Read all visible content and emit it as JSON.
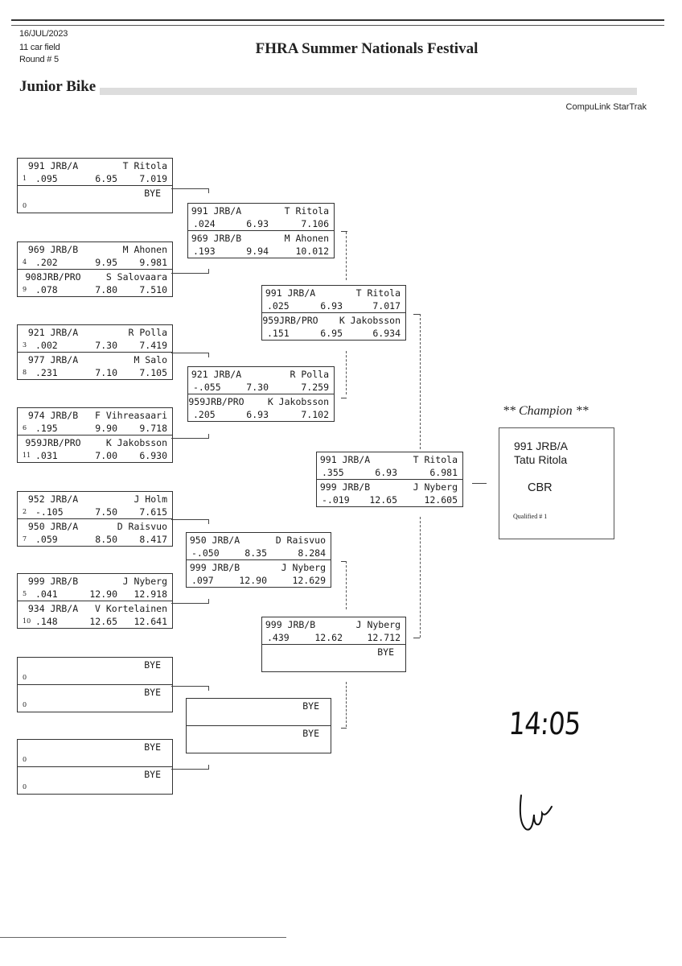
{
  "header": {
    "date": "16/JUL/2023",
    "field": "11 car field",
    "round": "Round # 5",
    "event_title": "FHRA Summer Nationals Festival",
    "class_title": "Junior Bike",
    "software": "CompuLink StarTrak"
  },
  "round1": [
    {
      "slots": [
        {
          "seed": "1",
          "car": "991 JRB/A",
          "driver": "T Ritola",
          "rt": ".095",
          "dial": "6.95",
          "et": "7.019"
        },
        {
          "seed": "0",
          "bye": "BYE"
        }
      ]
    },
    {
      "slots": [
        {
          "seed": "4",
          "car": "969 JRB/B",
          "driver": "M Ahonen",
          "rt": ".202",
          "dial": "9.95",
          "et": "9.981"
        },
        {
          "seed": "9",
          "car": "908JRB/PRO",
          "driver": "S Salovaara",
          "rt": ".078",
          "dial": "7.80",
          "et": "7.510"
        }
      ]
    },
    {
      "slots": [
        {
          "seed": "3",
          "car": "921 JRB/A",
          "driver": "R Polla",
          "rt": ".002",
          "dial": "7.30",
          "et": "7.419"
        },
        {
          "seed": "8",
          "car": "977 JRB/A",
          "driver": "M Salo",
          "rt": ".231",
          "dial": "7.10",
          "et": "7.105"
        }
      ]
    },
    {
      "slots": [
        {
          "seed": "6",
          "car": "974 JRB/B",
          "driver": "F Vihreasaari",
          "rt": ".195",
          "dial": "9.90",
          "et": "9.718"
        },
        {
          "seed": "11",
          "car": "959JRB/PRO",
          "driver": "K Jakobsson",
          "rt": ".031",
          "dial": "7.00",
          "et": "6.930"
        }
      ]
    },
    {
      "slots": [
        {
          "seed": "2",
          "car": "952 JRB/A",
          "driver": "J Holm",
          "rt": "-.105",
          "dial": "7.50",
          "et": "7.615"
        },
        {
          "seed": "7",
          "car": "950 JRB/A",
          "driver": "D Raisvuo",
          "rt": ".059",
          "dial": "8.50",
          "et": "8.417"
        }
      ]
    },
    {
      "slots": [
        {
          "seed": "5",
          "car": "999 JRB/B",
          "driver": "J Nyberg",
          "rt": ".041",
          "dial": "12.90",
          "et": "12.918"
        },
        {
          "seed": "10",
          "car": "934 JRB/A",
          "driver": "V Kortelainen",
          "rt": ".148",
          "dial": "12.65",
          "et": "12.641"
        }
      ]
    },
    {
      "slots": [
        {
          "seed": "0",
          "bye": "BYE"
        },
        {
          "seed": "0",
          "bye": "BYE"
        }
      ]
    },
    {
      "slots": [
        {
          "seed": "0",
          "bye": "BYE"
        },
        {
          "seed": "0",
          "bye": "BYE"
        }
      ]
    }
  ],
  "round2": [
    {
      "slots": [
        {
          "car": "991 JRB/A",
          "driver": "T Ritola",
          "rt": ".024",
          "dial": "6.93",
          "et": "7.106"
        },
        {
          "car": "969 JRB/B",
          "driver": "M Ahonen",
          "rt": ".193",
          "dial": "9.94",
          "et": "10.012"
        }
      ]
    },
    {
      "slots": [
        {
          "car": "921 JRB/A",
          "driver": "R Polla",
          "rt": "-.055",
          "dial": "7.30",
          "et": "7.259"
        },
        {
          "car": "959JRB/PRO",
          "driver": "K Jakobsson",
          "rt": ".205",
          "dial": "6.93",
          "et": "7.102"
        }
      ]
    },
    {
      "slots": [
        {
          "car": "950 JRB/A",
          "driver": "D Raisvuo",
          "rt": "-.050",
          "dial": "8.35",
          "et": "8.284"
        },
        {
          "car": "999 JRB/B",
          "driver": "J Nyberg",
          "rt": ".097",
          "dial": "12.90",
          "et": "12.629"
        }
      ]
    },
    {
      "slots": [
        {
          "bye": "BYE"
        },
        {
          "bye": "BYE"
        }
      ]
    }
  ],
  "round3": [
    {
      "slots": [
        {
          "car": "991 JRB/A",
          "driver": "T Ritola",
          "rt": ".025",
          "dial": "6.93",
          "et": "7.017"
        },
        {
          "car": "959JRB/PRO",
          "driver": "K Jakobsson",
          "rt": ".151",
          "dial": "6.95",
          "et": "6.934"
        }
      ]
    },
    {
      "slots": [
        {
          "car": "999 JRB/B",
          "driver": "J Nyberg",
          "rt": ".439",
          "dial": "12.62",
          "et": "12.712"
        },
        {
          "bye": "BYE"
        }
      ]
    }
  ],
  "final": {
    "slots": [
      {
        "car": "991 JRB/A",
        "driver": "T Ritola",
        "rt": ".355",
        "dial": "6.93",
        "et": "6.981"
      },
      {
        "car": "999 JRB/B",
        "driver": "J Nyberg",
        "rt": "-.019",
        "dial": "12.65",
        "et": "12.605"
      }
    ]
  },
  "champion": {
    "label": "** Champion **",
    "car": "991  JRB/A",
    "name": "Tatu Ritola",
    "abbr": "CBR",
    "qualified": "Qualified # 1"
  },
  "handwriting": {
    "time": "14:05",
    "initials": "signature"
  }
}
